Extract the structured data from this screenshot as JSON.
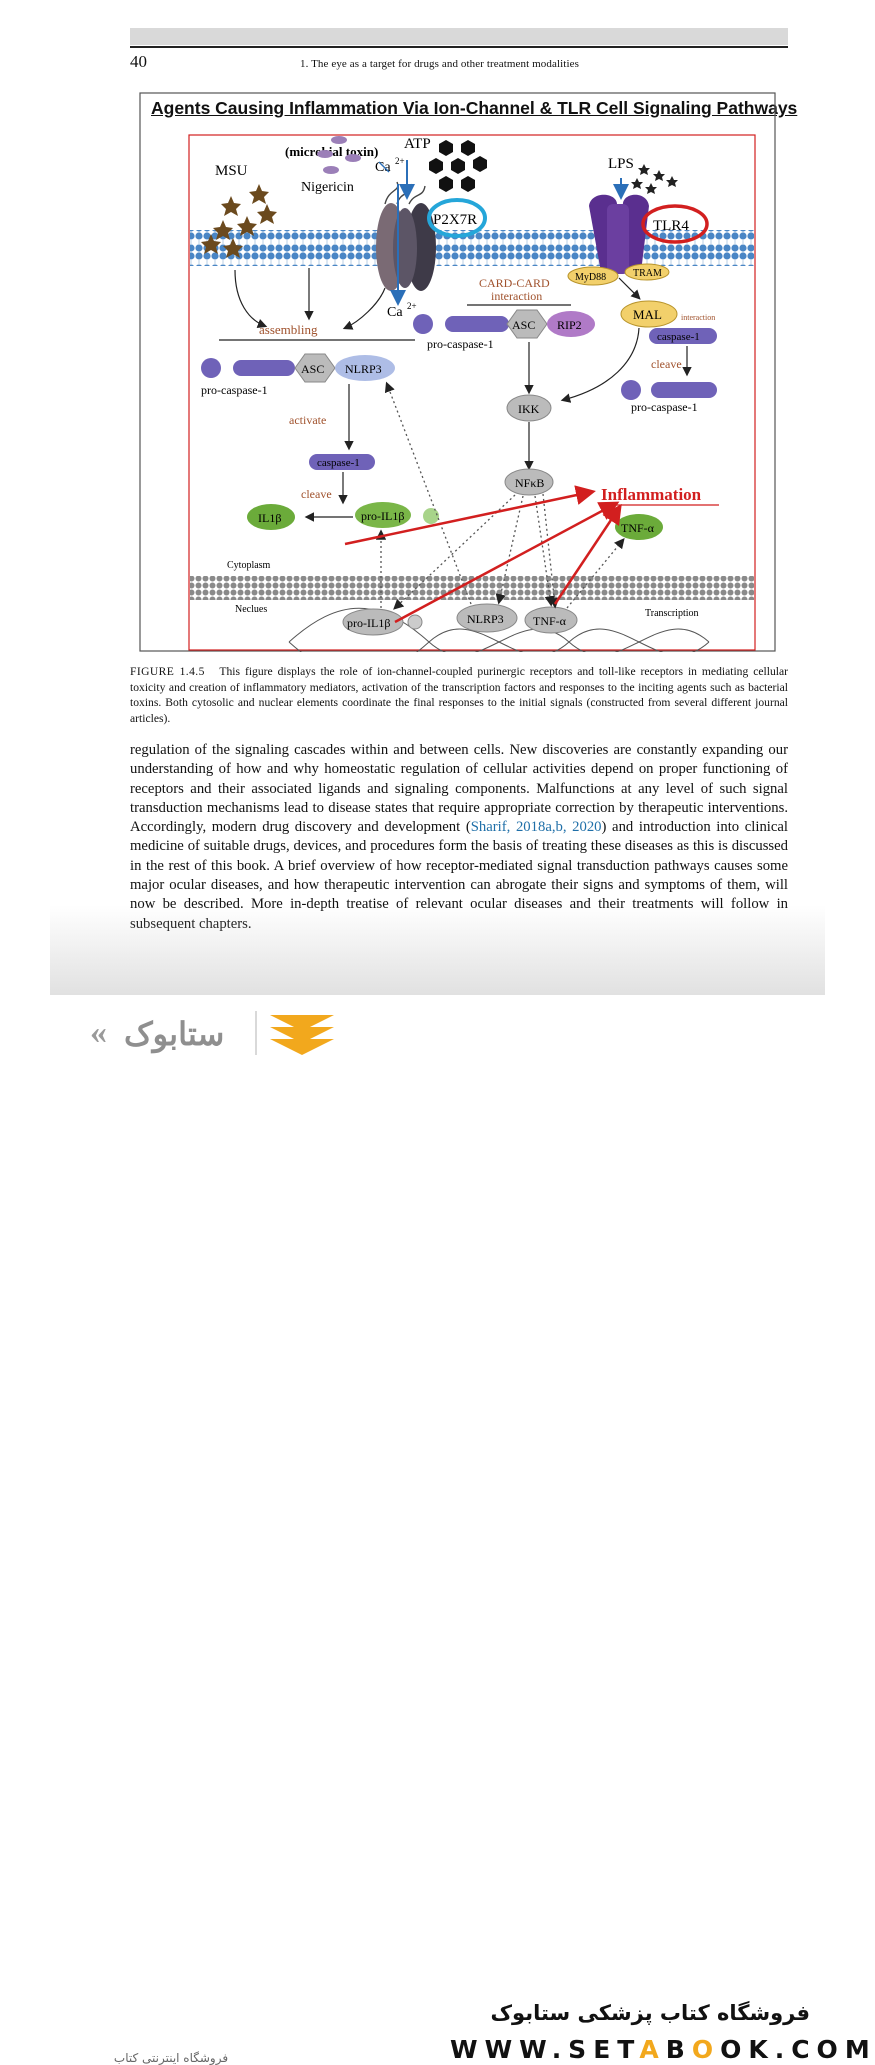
{
  "header": {
    "page_number": "40",
    "running_head": "1. The eye as a target for drugs and other treatment modalities"
  },
  "figure": {
    "title": "Agents Causing Inflammation Via Ion-Channel & TLR Cell Signaling Pathways",
    "labels": {
      "microbial_toxin": "(microbial toxin)",
      "atp": "ATP",
      "ca_top": "Ca",
      "ca_sup": "2+",
      "msu": "MSU",
      "nigericin": "Nigericin",
      "p2x7r": "P2X7R",
      "lps": "LPS",
      "tlr4": "TLR4",
      "myd88": "MyD88",
      "tram": "TRAM",
      "ca_bottom": "Ca",
      "card_card_1": "CARD-CARD",
      "card_card_2": "interaction",
      "assembling": "assembling",
      "mal": "MAL",
      "mal_interaction": "interaction",
      "asc_right": "ASC",
      "rip2": "RIP2",
      "pro_caspase_mid": "pro-caspase-1",
      "caspase_right": "caspase-1",
      "cleave_right": "cleave",
      "pro_caspase_right": "pro-caspase-1",
      "asc_left": "ASC",
      "nlrp3": "NLRP3",
      "pro_caspase_left": "pro-caspase-1",
      "ikk": "IKK",
      "activate": "activate",
      "caspase_left": "caspase-1",
      "nfkb": "NFκB",
      "cleave_left": "cleave",
      "inflammation": "Inflammation",
      "il1b": "IL1β",
      "pro_il1b": "pro-IL1β",
      "tnf_alpha": "TNF-α",
      "cytoplasm": "Cytoplasm",
      "nucleus": "Neclues",
      "transcription": "Transcription",
      "pro_il1b_nuc": "pro-IL1β",
      "nlrp3_nuc": "NLRP3",
      "tnf_nuc": "TNF-α"
    }
  },
  "caption": {
    "label": "FIGURE 1.4.5",
    "text": "This figure displays the role of ion-channel-coupled purinergic receptors and toll-like receptors in mediating cellular toxicity and creation of inflammatory mediators, activation of the transcription factors and responses to the inciting agents such as bacterial toxins. Both cytosolic and nuclear elements coordinate the final responses to the initial signals (constructed from several different journal articles)."
  },
  "body": {
    "part1": "regulation of the signaling cascades within and between cells. New discoveries are constantly expanding our understanding of how and why homeostatic regulation of cellular activities depend on proper functioning of receptors and their associated ligands and signaling components. Malfunctions at any level of such signal transduction mechanisms lead to disease states that require appropriate correction by therapeutic interventions. Accordingly, modern drug discovery and development (",
    "citation": "Sharif, 2018a,b, 2020",
    "part2": ") and introduction into clinical medicine of suitable drugs, devices, and procedures form the basis of treating these diseases as this is discussed in the rest of this book. A brief overview of how receptor-mediated signal transduction pathways causes some major ocular diseases, and how therapeutic intervention can abrogate their signs and symptoms of them, will now be described. More in-depth treatise of relevant ocular diseases and their treatments will follow in subsequent chapters."
  },
  "watermark": {
    "persian_text": "فروشگاه کتاب پزشکی ستابوک",
    "url_prefix": "WWW.SET",
    "url_a": "A",
    "url_b": "B",
    "url_o1": "O",
    "url_o2": "O",
    "url_suffix": "K.COM",
    "logo_word": "ستابوک",
    "logo_sub": "فروشگاه اینترنتی کتاب"
  },
  "colors": {
    "accent_red": "#d21f1f",
    "membrane_blue": "#2b6fb8",
    "receptor_purple": "#5a2f8f",
    "protein_purple": "#7b6fbf",
    "green": "#6bab3a",
    "logo_gold": "#f2a81d"
  }
}
